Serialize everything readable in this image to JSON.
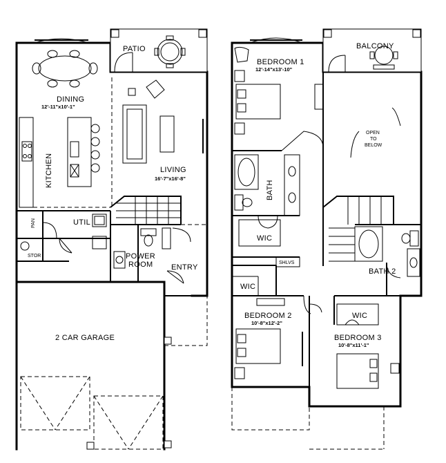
{
  "first_floor": {
    "patio": {
      "label": "PATIO"
    },
    "dining": {
      "label": "DINING",
      "dims": "12'-11\"x10'-1\""
    },
    "kitchen": {
      "label": "KITCHEN"
    },
    "living": {
      "label": "LIVING",
      "dims": "16'-7\"x16'-8\""
    },
    "pan": {
      "label": "PAN"
    },
    "util": {
      "label": "UTIL"
    },
    "stor": {
      "label": "STOR"
    },
    "power_room": {
      "line1": "POWER",
      "line2": "ROOM"
    },
    "entry": {
      "label": "ENTRY"
    },
    "garage": {
      "label": "2 CAR GARAGE"
    }
  },
  "second_floor": {
    "bedroom1": {
      "label": "BEDROOM 1",
      "dims": "12'-14\"x13'-10\""
    },
    "balcony": {
      "label": "BALCONY"
    },
    "open_below": {
      "line1": "OPEN",
      "line2": "TO",
      "line3": "BELOW"
    },
    "bath1": {
      "label": "BATH"
    },
    "wic1": {
      "label": "WIC"
    },
    "shlvs": {
      "label": "SHLVS"
    },
    "bath2": {
      "label": "BATH 2"
    },
    "wic2": {
      "label": "WIC"
    },
    "bedroom2": {
      "label": "BEDROOM 2",
      "dims": "10'-8\"x12'-2\""
    },
    "wic3": {
      "label": "WIC"
    },
    "bedroom3": {
      "label": "BEDROOM 3",
      "dims": "10'-8\"x11'-1\""
    }
  }
}
